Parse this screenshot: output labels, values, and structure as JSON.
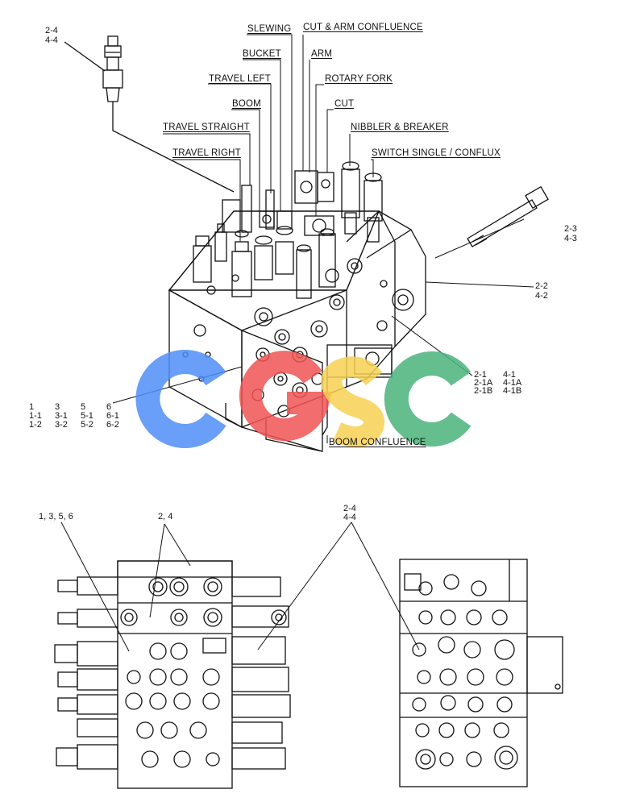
{
  "top_labels": {
    "slewing": "SLEWING",
    "cut_arm_confluence": "CUT & ARM CONFLUENCE",
    "bucket": "BUCKET",
    "arm": "ARM",
    "travel_left": "TRAVEL LEFT",
    "rotary_fork": "ROTARY FORK",
    "boom": "BOOM",
    "cut": "CUT",
    "travel_straight": "TRAVEL STRAIGHT",
    "nibbler_breaker": "NIBBLER & BREAKER",
    "travel_right": "TRAVEL RIGHT",
    "switch_single_conflux": "SWITCH SINGLE / CONFLUX",
    "boom_confluence": "BOOM CONFLUENCE"
  },
  "part_refs": {
    "top_left_a": "2-4",
    "top_left_b": "4-4",
    "bolt_a": "2-3",
    "bolt_b": "4-3",
    "cover_a": "2-2",
    "cover_b": "4-2",
    "block_rows": [
      [
        "2-1",
        "4-1"
      ],
      [
        "2-1A",
        "4-1A"
      ],
      [
        "2-1B",
        "4-1B"
      ]
    ],
    "body_rows": [
      [
        "1",
        "3",
        "5",
        "6"
      ],
      [
        "1-1",
        "3-1",
        "5-1",
        "6-1"
      ],
      [
        "1-2",
        "3-2",
        "5-2",
        "6-2"
      ]
    ],
    "lower_left_group": "1, 3, 5, 6",
    "lower_mid_group": "2, 4",
    "lower_right_a": "2-4",
    "lower_right_b": "4-4"
  },
  "watermark": {
    "text": "CGSC",
    "colors": [
      "#4f8ef7",
      "#f05454",
      "#f7d154",
      "#49b37a"
    ]
  }
}
